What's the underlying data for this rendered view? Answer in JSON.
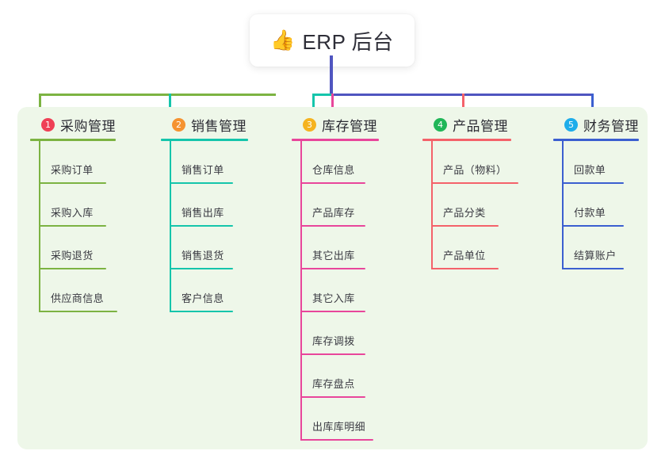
{
  "title": {
    "icon": "thumbs-up-icon",
    "icon_glyph": "👍",
    "text": "ERP 后台"
  },
  "colors": {
    "panel_bg": "#eef7e9",
    "page_bg": "#ffffff",
    "title_text": "#2e2e38",
    "trunk": "#4f55c0"
  },
  "columns": [
    {
      "number": "1",
      "title": "采购管理",
      "badge_color": "#ef4056",
      "line_color": "#7cb342",
      "items": [
        "采购订单",
        "采购入库",
        "采购退货",
        "供应商信息"
      ]
    },
    {
      "number": "2",
      "title": "销售管理",
      "badge_color": "#f59331",
      "line_color": "#15c5ab",
      "items": [
        "销售订单",
        "销售出库",
        "销售退货",
        "客户信息"
      ]
    },
    {
      "number": "3",
      "title": "库存管理",
      "badge_color": "#f5b320",
      "line_color": "#e8469b",
      "items": [
        "仓库信息",
        "产品库存",
        "其它出库",
        "其它入库",
        "库存调拨",
        "库存盘点",
        "出库库明细"
      ]
    },
    {
      "number": "4",
      "title": "产品管理",
      "badge_color": "#20b658",
      "line_color": "#f4626a",
      "items": [
        "产品（物料）",
        "产品分类",
        "产品单位"
      ]
    },
    {
      "number": "5",
      "title": "财务管理",
      "badge_color": "#1eadea",
      "line_color": "#3b5fd0",
      "items": [
        "回款单",
        "付款单",
        "结算账户"
      ]
    }
  ]
}
